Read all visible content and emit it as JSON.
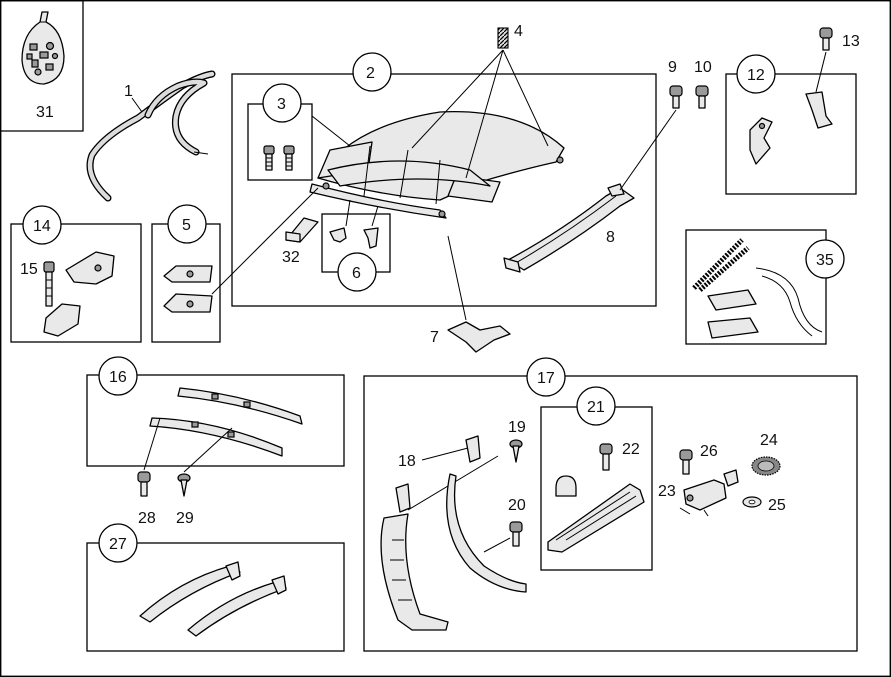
{
  "callouts": {
    "c1": "1",
    "c2": "2",
    "c3": "3",
    "c4": "4",
    "c5": "5",
    "c6": "6",
    "c7": "7",
    "c8": "8",
    "c9": "9",
    "c10": "10",
    "c12": "12",
    "c13": "13",
    "c14": "14",
    "c15": "15",
    "c16": "16",
    "c17": "17",
    "c18": "18",
    "c19": "19",
    "c20": "20",
    "c21": "21",
    "c22": "22",
    "c23": "23",
    "c24": "24",
    "c25": "25",
    "c26": "26",
    "c27": "27",
    "c28": "28",
    "c29": "29",
    "c31": "31",
    "c32": "32",
    "c35": "35"
  }
}
